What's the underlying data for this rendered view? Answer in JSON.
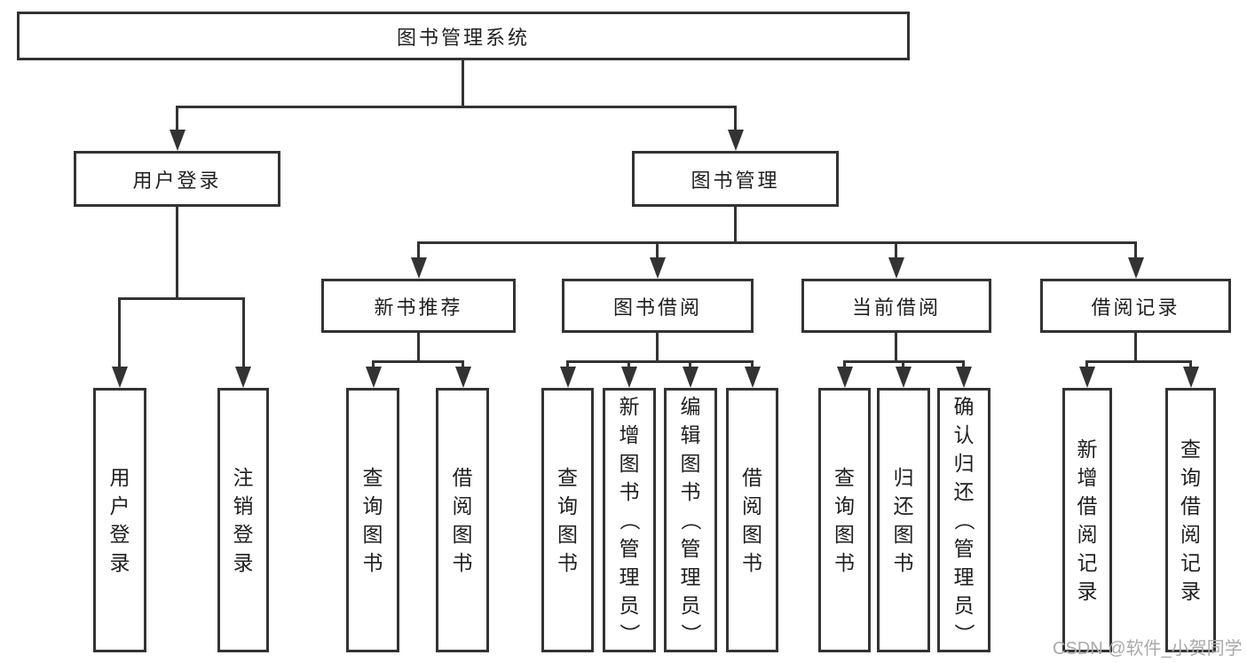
{
  "diagram": {
    "watermark": "CSDN @软件_小贺同学",
    "nodes": {
      "root": {
        "label": "图书管理系统"
      },
      "user_login": {
        "label": "用户登录"
      },
      "book_mgmt": {
        "label": "图书管理"
      },
      "new_book": {
        "label": "新书推荐"
      },
      "book_borrow": {
        "label": "图书借阅"
      },
      "current_borrow": {
        "label": "当前借阅"
      },
      "borrow_record": {
        "label": "借阅记录"
      },
      "leaf_user_login": {
        "label": "用户登录"
      },
      "leaf_logout": {
        "label": "注销登录"
      },
      "leaf_nb_query_book": {
        "label": "查询图书"
      },
      "leaf_nb_borrow_book": {
        "label": "借阅图书"
      },
      "leaf_bb_query_book": {
        "label": "查询图书"
      },
      "leaf_bb_add_book": {
        "label": "新增图书（管理员）"
      },
      "leaf_bb_edit_book": {
        "label": "编辑图书（管理员）"
      },
      "leaf_bb_borrow_book": {
        "label": "借阅图书"
      },
      "leaf_cb_query_book": {
        "label": "查询图书"
      },
      "leaf_cb_return_book": {
        "label": "归还图书"
      },
      "leaf_cb_confirm_return": {
        "label": "确认归还（管理员）"
      },
      "leaf_br_add_record": {
        "label": "新增借阅记录"
      },
      "leaf_br_query_record": {
        "label": "查询借阅记录"
      }
    }
  }
}
